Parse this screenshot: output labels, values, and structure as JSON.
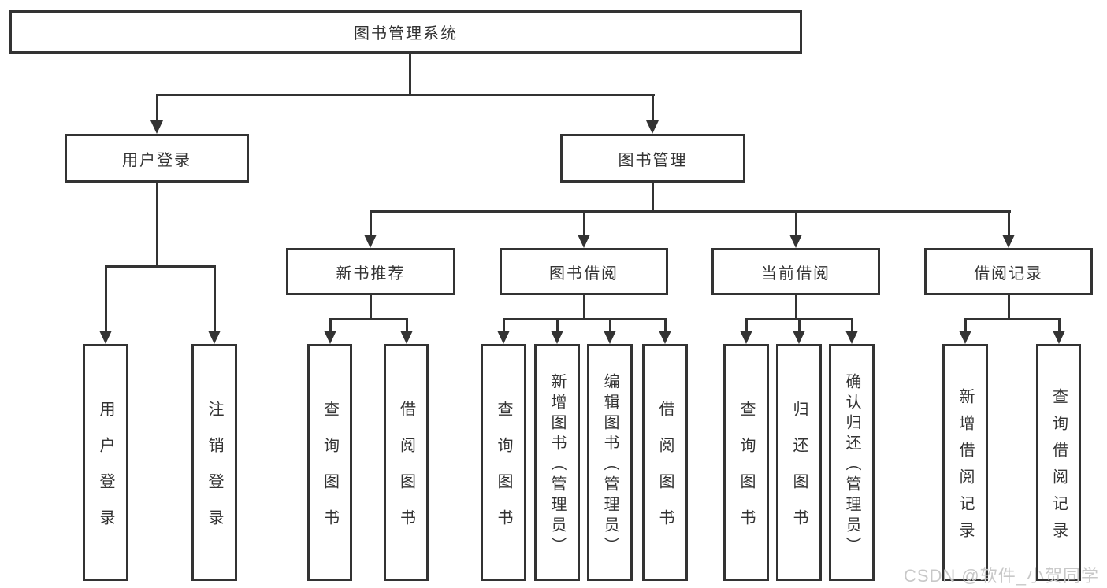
{
  "diagram": {
    "root": {
      "label": "图书管理系统"
    },
    "level2": [
      {
        "label": "用户登录"
      },
      {
        "label": "图书管理"
      }
    ],
    "level3": [
      {
        "label": "新书推荐"
      },
      {
        "label": "图书借阅"
      },
      {
        "label": "当前借阅"
      },
      {
        "label": "借阅记录"
      }
    ],
    "leaves": {
      "user_login": [
        {
          "label": "用户登录"
        },
        {
          "label": "注销登录"
        }
      ],
      "new_book_recommend": [
        {
          "label": "查询图书"
        },
        {
          "label": "借阅图书"
        }
      ],
      "book_borrow": [
        {
          "label": "查询图书"
        },
        {
          "label": "新增图书（管理员）"
        },
        {
          "label": "编辑图书（管理员）"
        },
        {
          "label": "借阅图书"
        }
      ],
      "current_borrow": [
        {
          "label": "查询图书"
        },
        {
          "label": "归还图书"
        },
        {
          "label": "确认归还（管理员）"
        }
      ],
      "borrow_records": [
        {
          "label": "新增借阅记录"
        },
        {
          "label": "查询借阅记录"
        }
      ]
    },
    "colors": {
      "line": "#333333",
      "text": "#333333",
      "background": "#ffffff",
      "watermark": "#c8c8c8"
    }
  },
  "watermark": {
    "text": "CSDN @软件_小贺同学"
  }
}
